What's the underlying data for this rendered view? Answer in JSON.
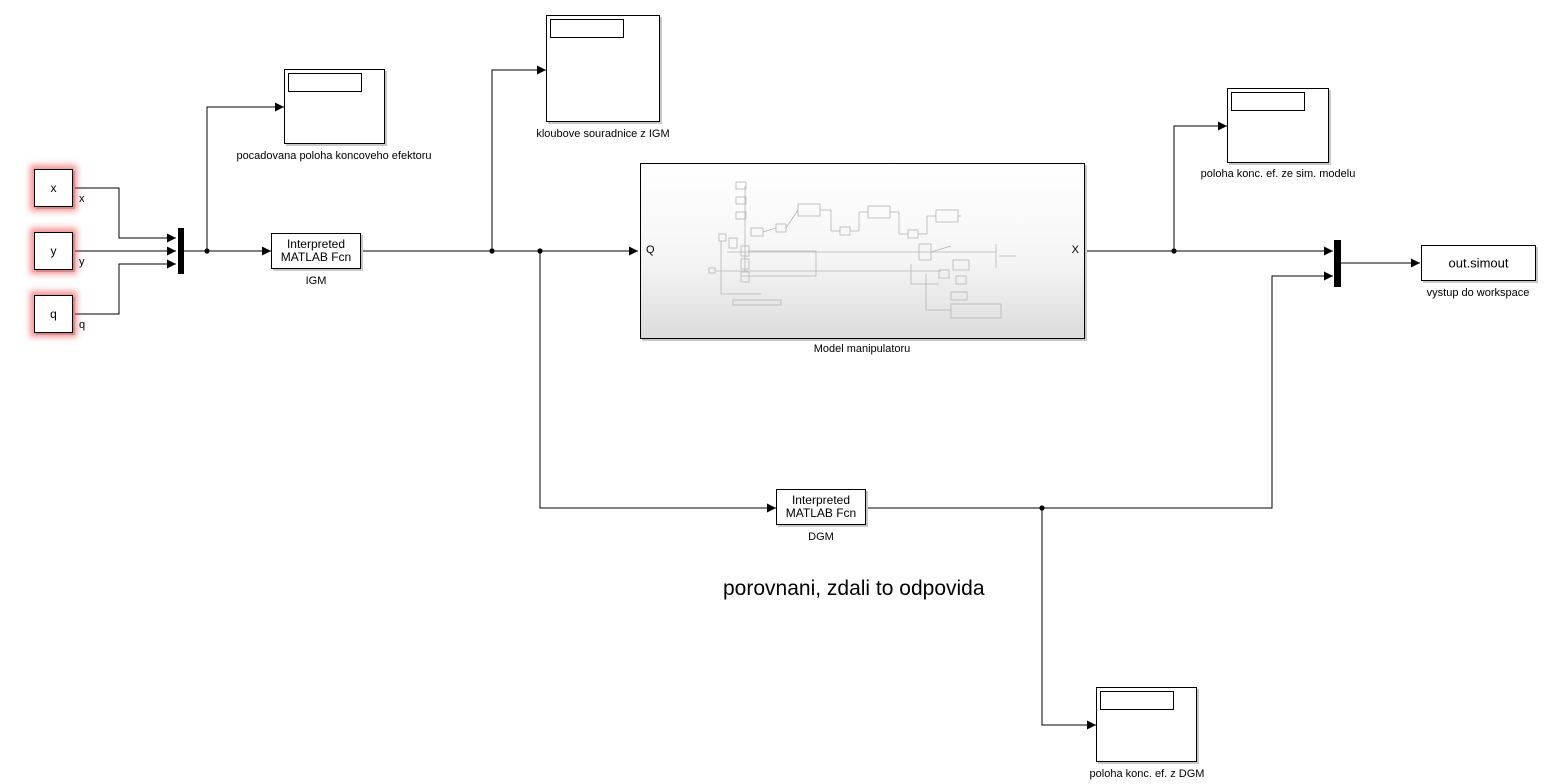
{
  "inports": {
    "x": {
      "label": "x",
      "signal": "x"
    },
    "y": {
      "label": "y",
      "signal": "y"
    },
    "q": {
      "label": "q",
      "signal": "q"
    }
  },
  "scopes": {
    "desired": "pocadovana poloha koncoveho efektoru",
    "joints": "kloubove souradnice z IGM",
    "sim": "poloha konc. ef. ze sim. modelu",
    "dgm": "poloha konc. ef. z DGM"
  },
  "igm": {
    "text_line1": "Interpreted",
    "text_line2": "MATLAB Fcn",
    "name": "IGM"
  },
  "dgm": {
    "text_line1": "Interpreted",
    "text_line2": "MATLAB Fcn",
    "name": "DGM"
  },
  "model": {
    "name": "Model manipulatoru",
    "in_port": "Q",
    "out_port": "X"
  },
  "workspace": {
    "value": "out.simout",
    "name": "vystup do workspace"
  },
  "annotation": "porovnani, zdali to odpovida",
  "colors": {
    "inport_glow": "#e63c3c",
    "line": "#000000",
    "subsystem_gradient_end": "#dcdcdc"
  }
}
